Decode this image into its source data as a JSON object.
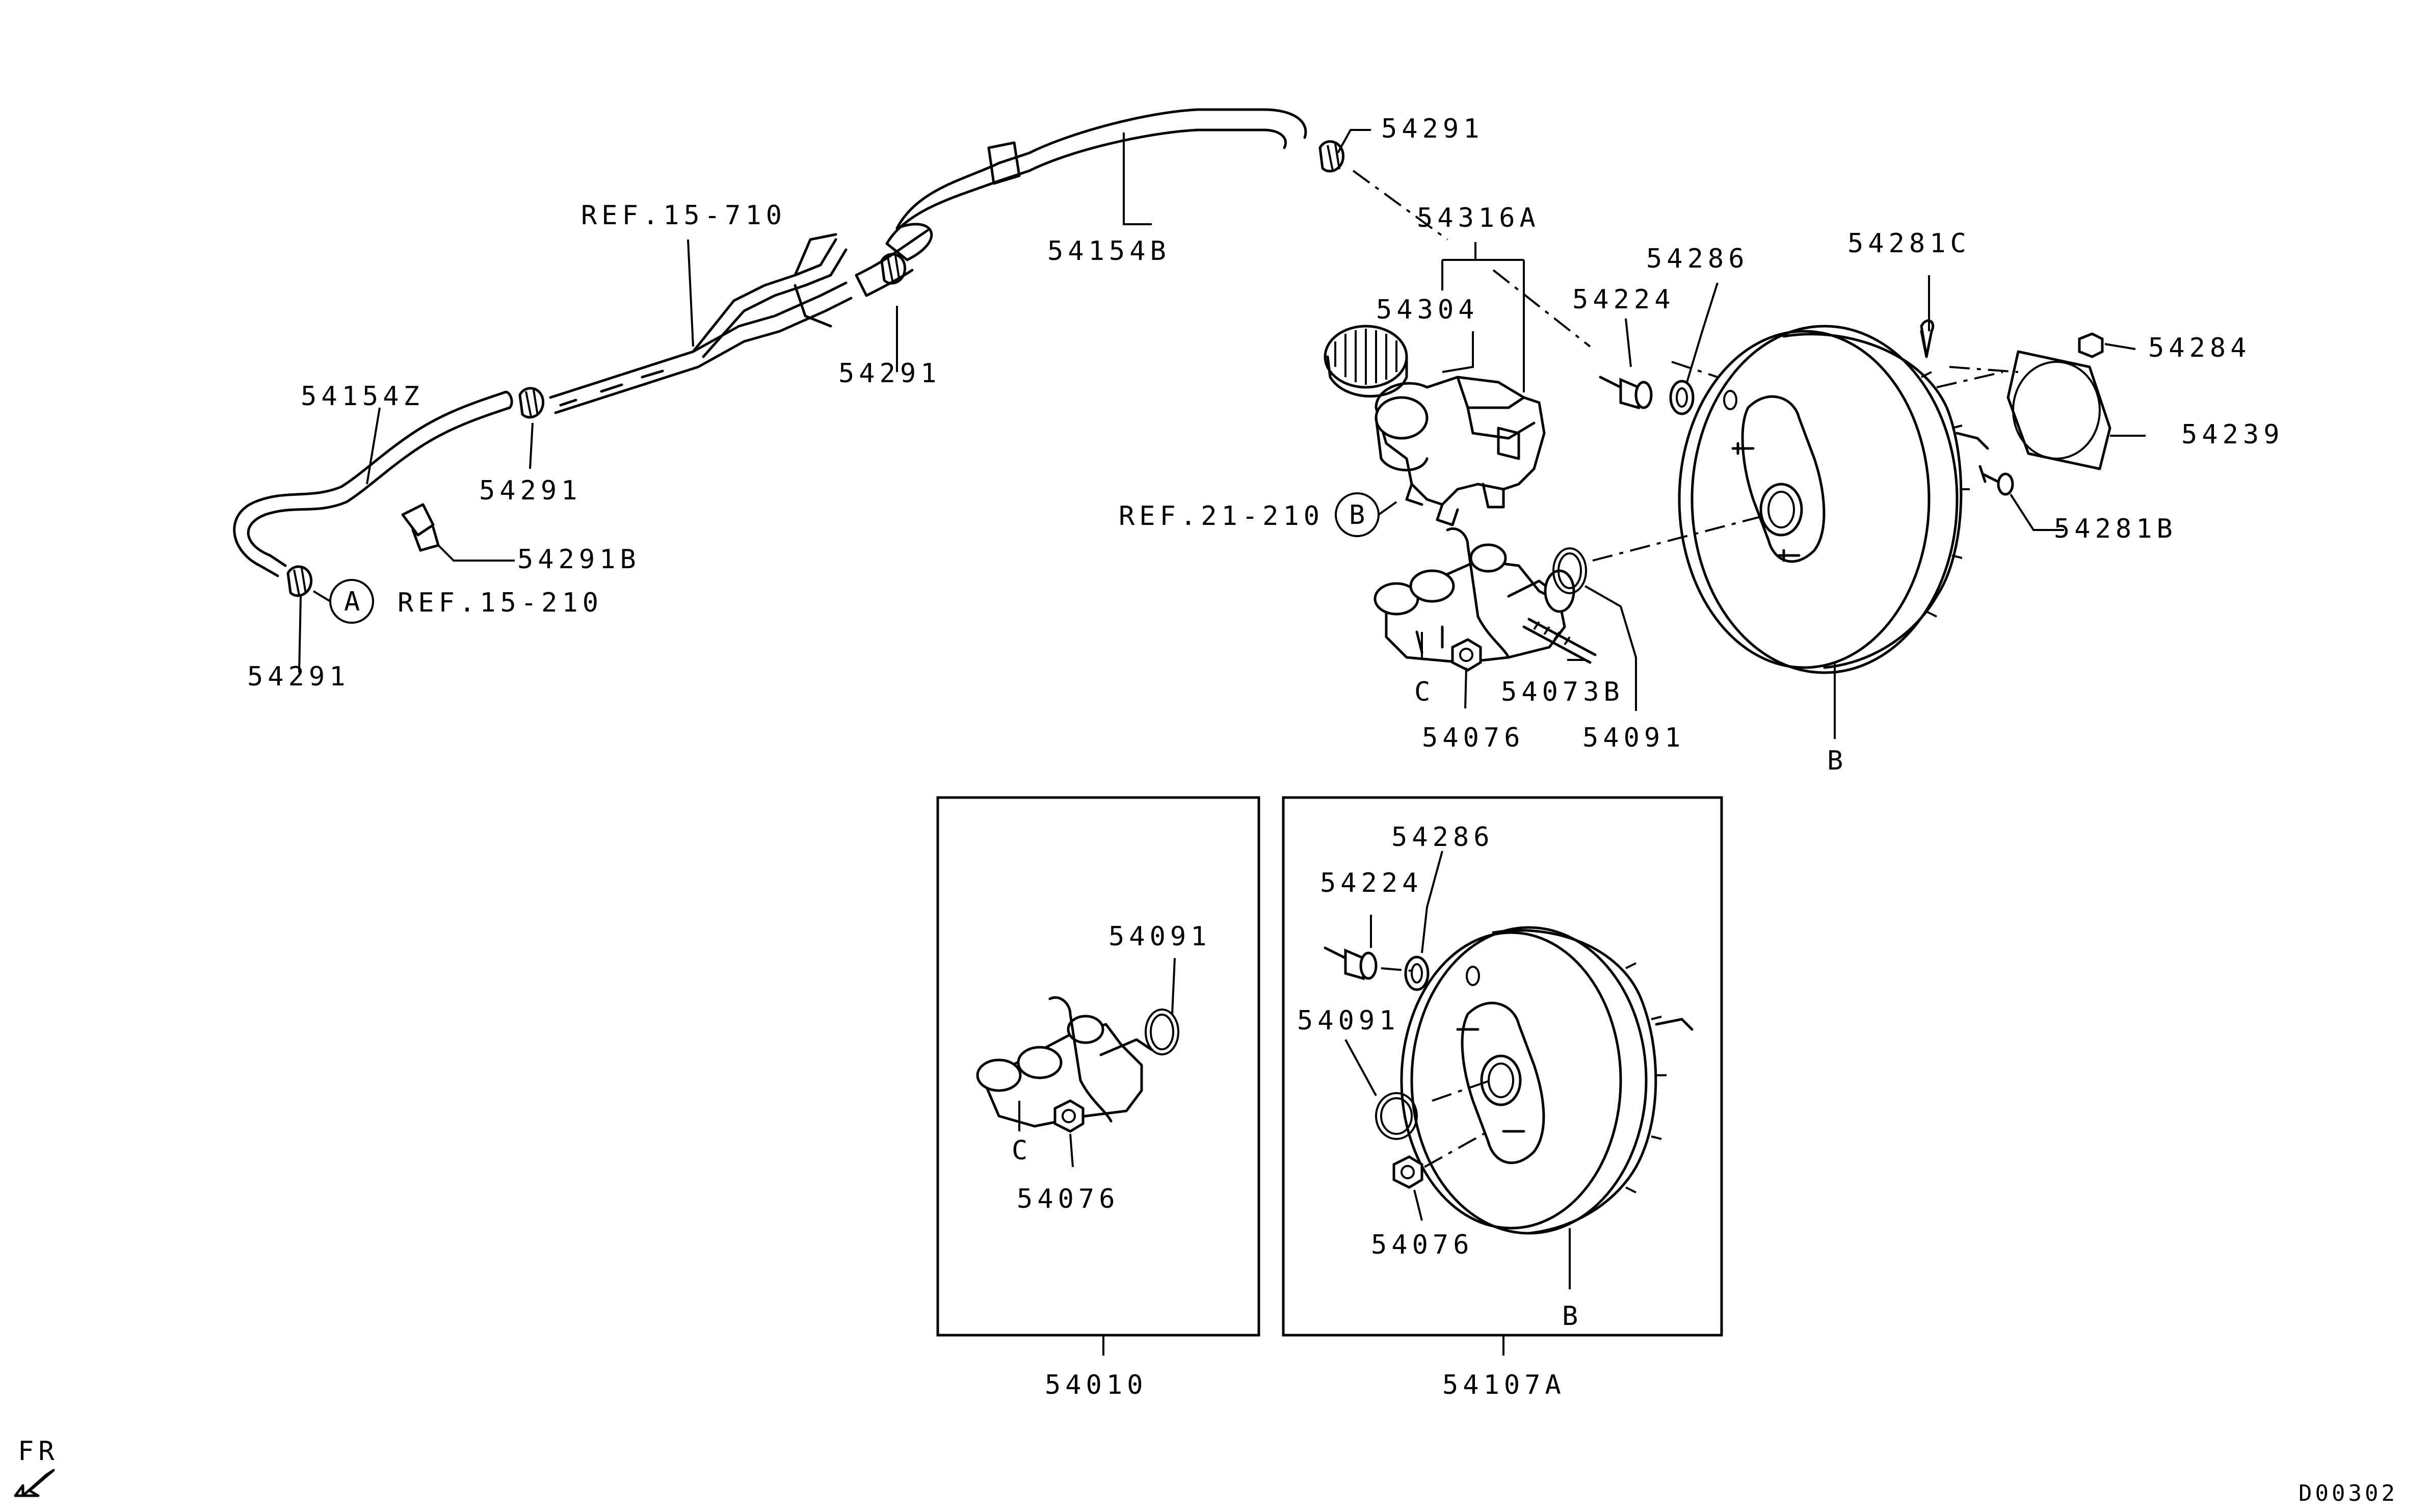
{
  "callouts": {
    "c_54291_top": "54291",
    "c_54154B": "54154B",
    "c_54316A": "54316A",
    "c_ref_15_710": "REF.15-710",
    "c_54304": "54304",
    "c_54286": "54286",
    "c_54224": "54224",
    "c_54281C": "54281C",
    "c_54284": "54284",
    "c_54239": "54239",
    "c_54281B": "54281B",
    "c_54291_mid": "54291",
    "c_54154Z": "54154Z",
    "c_54291_left": "54291",
    "c_54291B": "54291B",
    "c_ref_15_210": "REF.15-210",
    "c_54291_bottom": "54291",
    "c_ref_21_210": "REF.21-210",
    "c_C": "C",
    "c_54073B": "54073B",
    "c_54076": "54076",
    "c_54091": "54091",
    "c_B": "B",
    "c_circle_A": "A",
    "c_circle_B": "B"
  },
  "inset_left": {
    "c_54091": "54091",
    "c_C": "C",
    "c_54076": "54076",
    "assembly": "54010"
  },
  "inset_right": {
    "c_54286": "54286",
    "c_54224": "54224",
    "c_54091": "54091",
    "c_54076": "54076",
    "c_B": "B",
    "assembly": "54107A"
  },
  "footer": {
    "direction": "FR",
    "drawing_code": "D00302"
  }
}
